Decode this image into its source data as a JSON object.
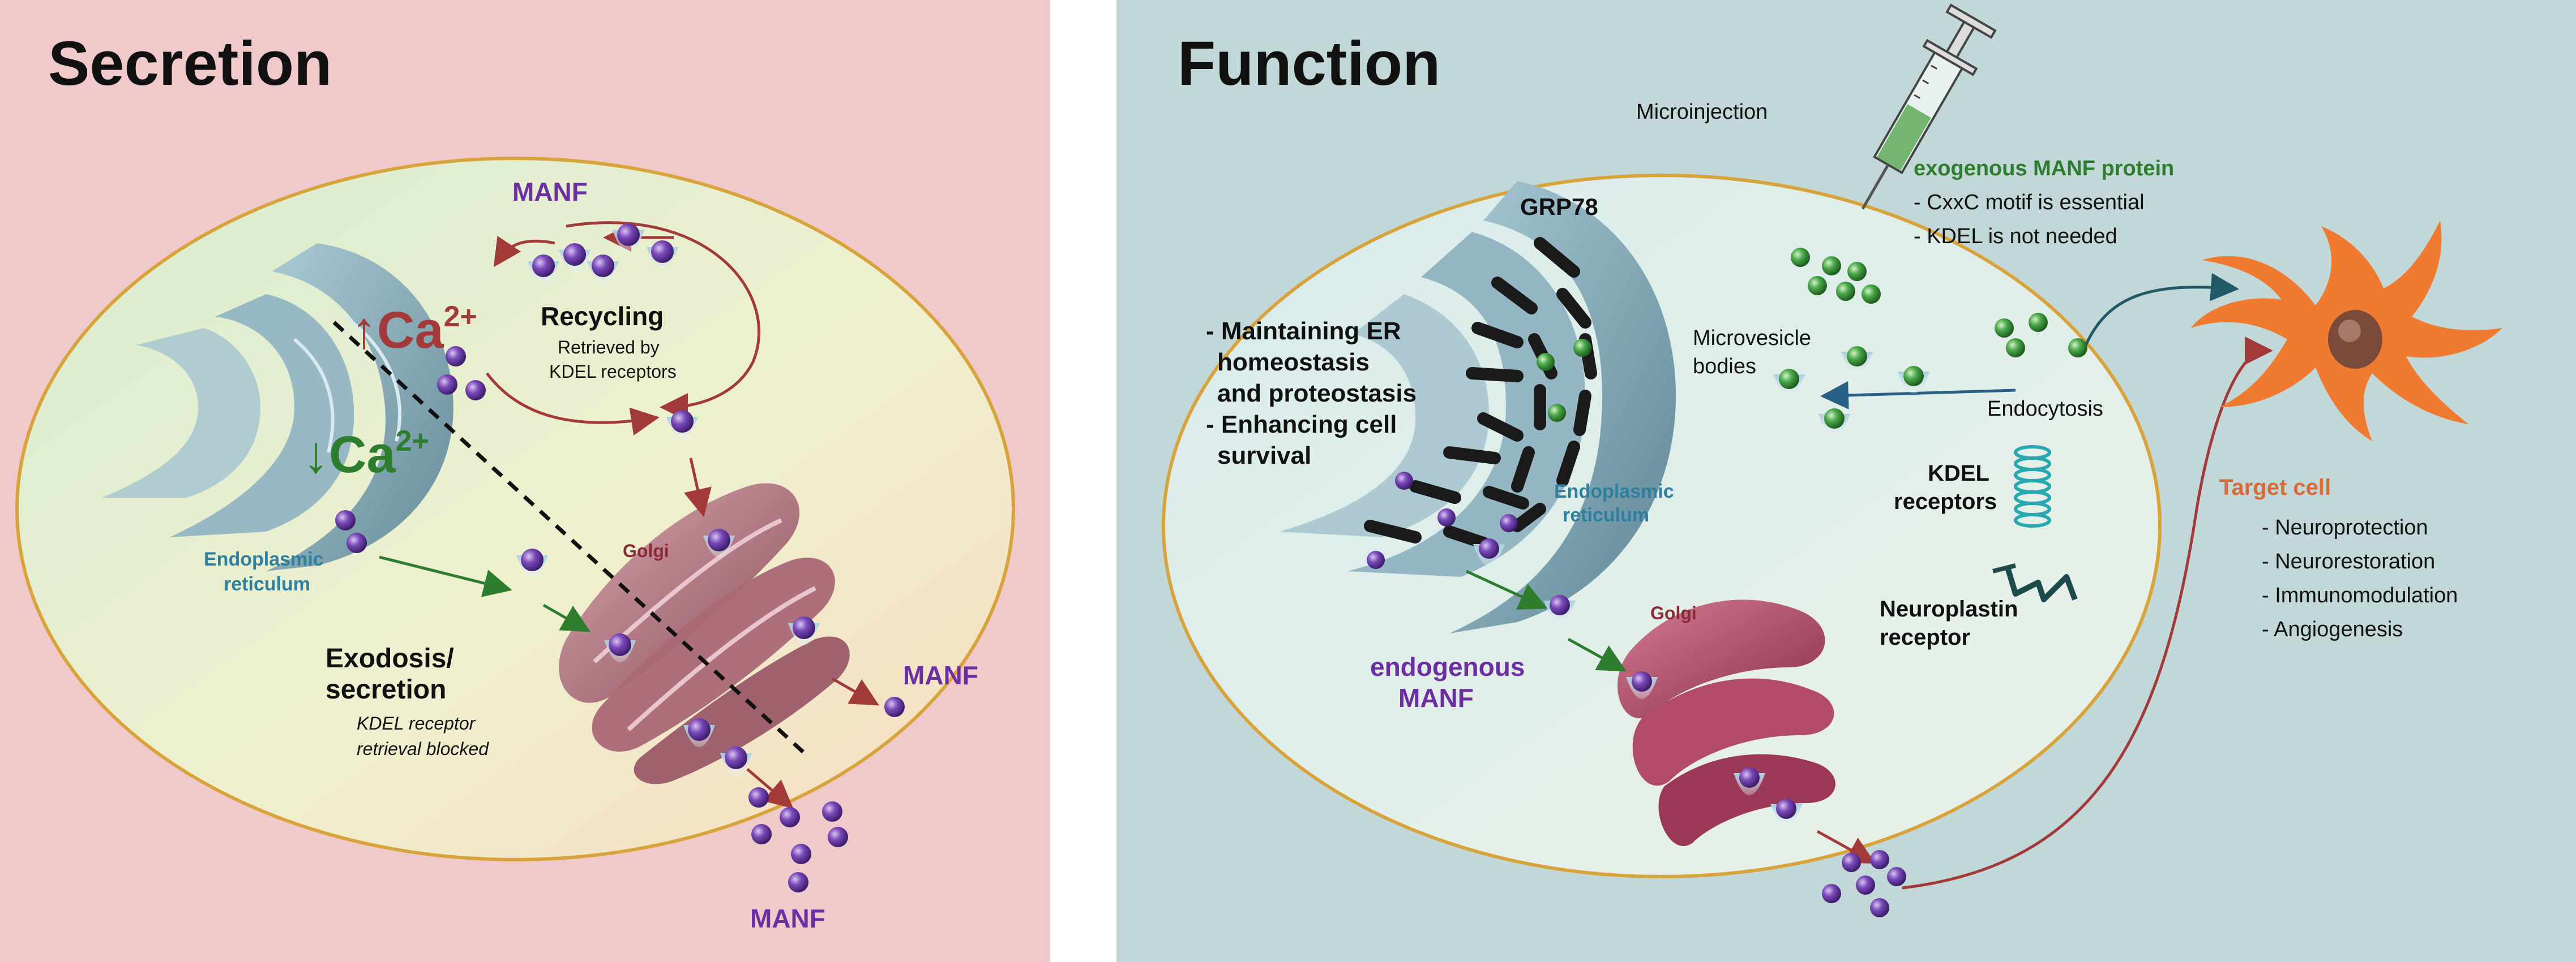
{
  "colors": {
    "secretion_bg": "#f0caca",
    "function_bg": "#c2d8d8",
    "cell_fill": "#f3efcf",
    "cell_border": "#d7a33a",
    "er": "#7ea3b0",
    "golgi": "#b27b86",
    "manf": "#6b3fa0",
    "exogenous": "#3d9a3d",
    "red_text": "#a33a3a",
    "green_text": "#2e7d2e",
    "purple_text": "#6b2fa3",
    "blue_text": "#2f7f9f",
    "orange_text": "#d86a3a",
    "target_cell": "#ef7a30"
  },
  "secretion": {
    "title": "Secretion",
    "manf_top": "MANF",
    "manf_right": "MANF",
    "manf_bottom": "MANF",
    "ca_high_arrow": "↑",
    "ca_high": "Ca",
    "ca_high_sup": "2+",
    "ca_low_arrow": "↓",
    "ca_low": "Ca",
    "ca_low_sup": "2+",
    "recycling_title": "Recycling",
    "recycling_line1": "Retrieved by",
    "recycling_line2": "KDEL receptors",
    "er_line1": "Endoplasmic",
    "er_line2": "reticulum",
    "golgi": "Golgi",
    "exodosis_line1": "Exodosis/",
    "exodosis_line2": "secretion",
    "exodosis_note1": "KDEL receptor",
    "exodosis_note2": "retrieval blocked"
  },
  "function": {
    "title": "Function",
    "microinjection": "Microinjection",
    "exogenous_title": "exogenous MANF protein",
    "cxxc": "- CxxC motif is essential",
    "kdel_not_needed": "- KDEL is not needed",
    "grp78": "GRP78",
    "role1": "- Maintaining ER",
    "role2": "homeostasis",
    "role3": "and proteostasis",
    "role4": "- Enhancing cell",
    "role5": "survival",
    "microvesicle1": "Microvesicle",
    "microvesicle2": "bodies",
    "endocytosis": "Endocytosis",
    "kdel_receptors1": "KDEL",
    "kdel_receptors2": "receptors",
    "er_line1": "Endoplasmic",
    "er_line2": "reticulum",
    "golgi": "Golgi",
    "neuroplastin1": "Neuroplastin",
    "neuroplastin2": "receptor",
    "endogenous1": "endogenous",
    "endogenous2": "MANF",
    "target_title": "Target cell",
    "effects": [
      "- Neuroprotection",
      "- Neurorestoration",
      "- Immunomodulation",
      "- Angiogenesis"
    ]
  }
}
